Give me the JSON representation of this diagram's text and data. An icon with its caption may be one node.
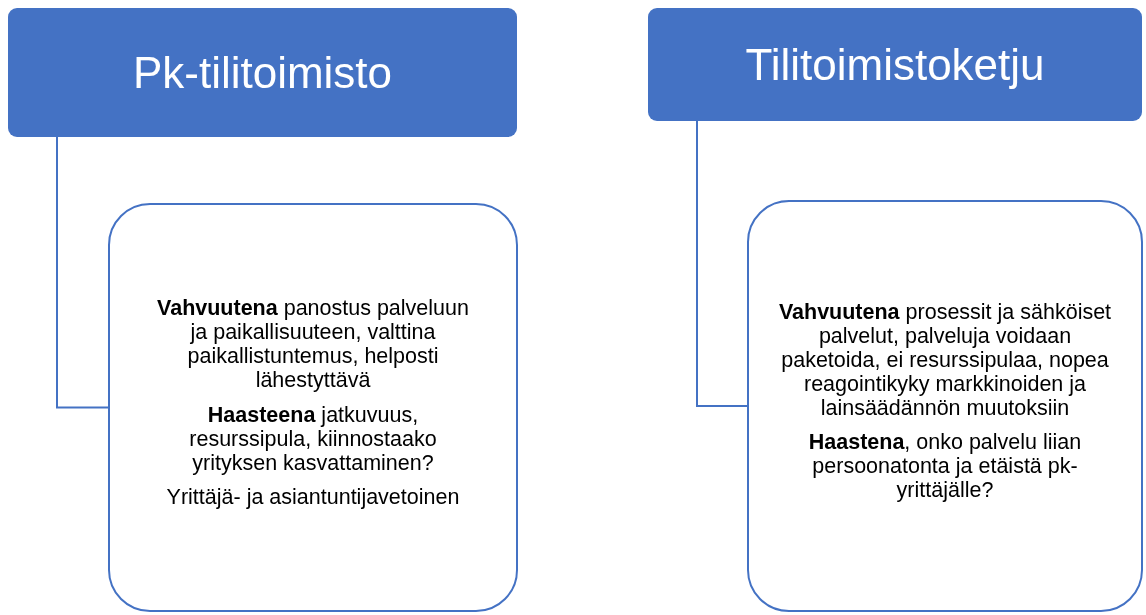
{
  "diagram": {
    "nodes": [
      {
        "text": [
          "Pk-tilitoimisto"
        ]
      },
      {
        "text": [
          "**Vahvuutena** panostus palveluun ja paikallisuuteen, valttina paikallistuntemus, helposti lähestyttävä",
          "**Haasteena** jatkuvuus, resurssipula, kiinnostaako yrityksen kasvattaminen?",
          "Yrittäjä- ja asiantuntijavetoinen"
        ]
      },
      {
        "text": [
          "Tilitoimistoketju"
        ]
      },
      {
        "text": [
          "**Vahvuutena** prosessit ja sähköiset palvelut, palveluja voidaan paketoida, ei resurssipulaa, nopea reagointikyky markkinoiden ja lainsäädännön muutoksiin",
          "**Haastena**, onko palvelu liian persoonatonta ja etäistä pk-yrittäjälle?"
        ]
      }
    ],
    "edges": [
      {
        "from": 0,
        "to": 1,
        "arrow": "none"
      },
      {
        "from": 2,
        "to": 3,
        "arrow": "none"
      }
    ]
  }
}
